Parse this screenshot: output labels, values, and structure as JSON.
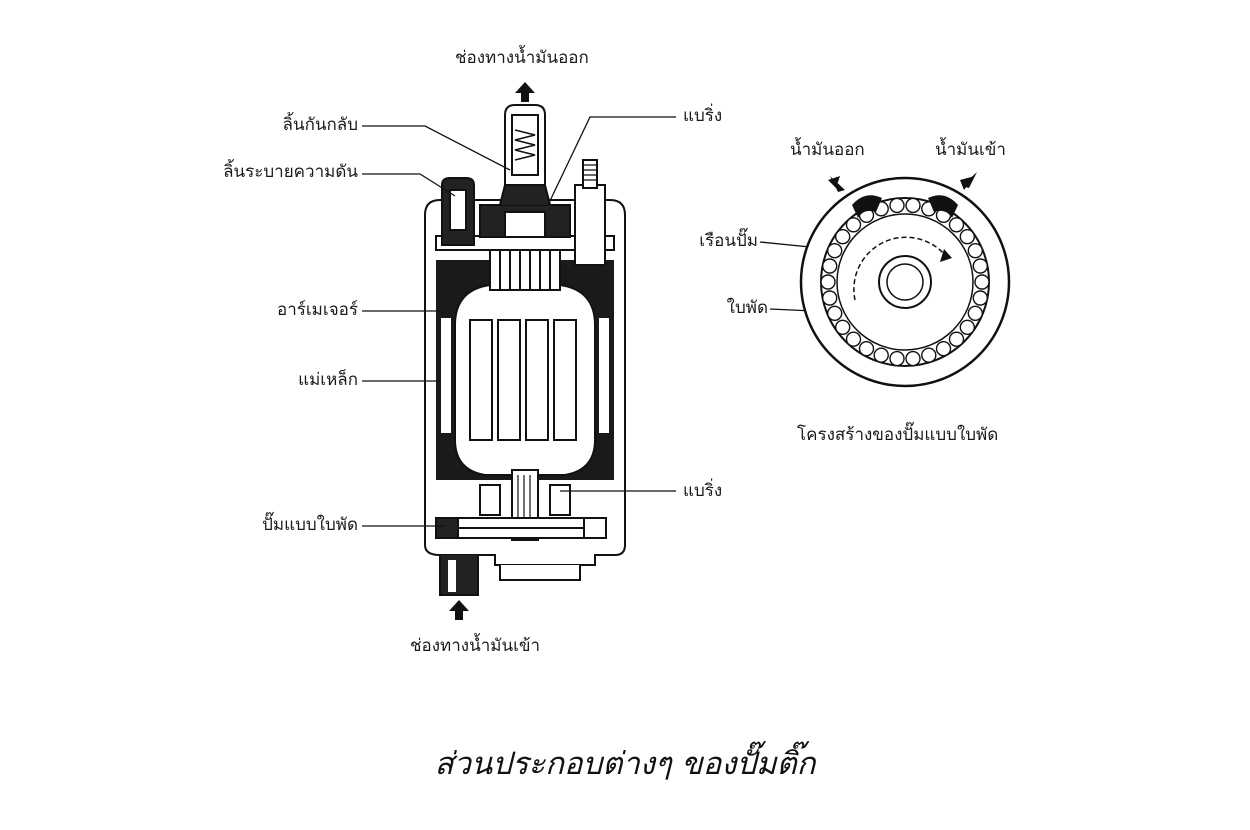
{
  "labels": {
    "outlet_port": "ช่องทางน้ำมันออก",
    "check_valve": "ลิ้นกันกลับ",
    "relief_valve": "ลิ้นระบายความดัน",
    "armature": "อาร์เมเจอร์",
    "magnet": "แม่เหล็ก",
    "impeller_pump": "ปั๊มแบบใบพัด",
    "inlet_port": "ช่องทางน้ำมันเข้า",
    "bearing_top": "แบริ่ง",
    "bearing_bottom": "แบริ่ง",
    "oil_out": "น้ำมันออก",
    "oil_in": "น้ำมันเข้า",
    "pump_housing": "เรือนปั๊ม",
    "impeller": "ใบพัด",
    "impeller_structure": "โครงสร้างของปั๊มแบบใบพัด"
  },
  "caption": "ส่วนประกอบต่างๆ ของปั๊มติ๊ก"
}
